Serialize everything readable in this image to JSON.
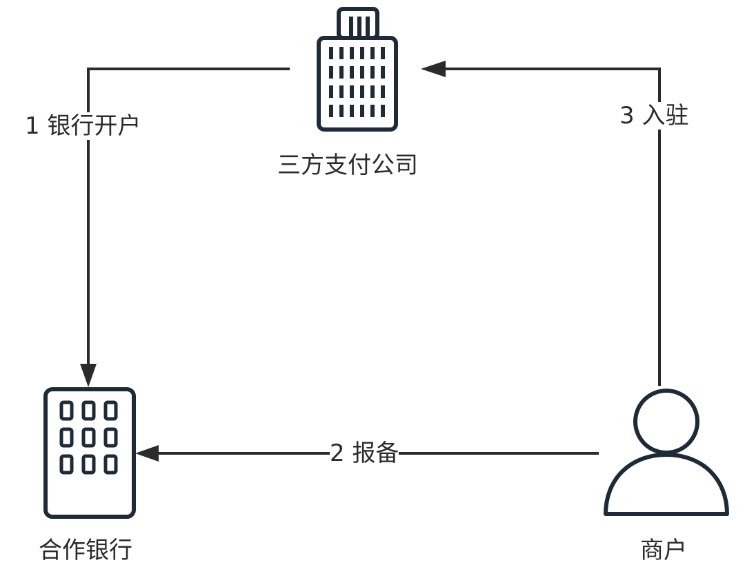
{
  "diagram": {
    "nodes": {
      "payment_company": {
        "label": "三方支付公司",
        "icon": "office-tower-icon"
      },
      "partner_bank": {
        "label": "合作银行",
        "icon": "building-icon"
      },
      "merchant": {
        "label": "商户",
        "icon": "user-icon"
      }
    },
    "edges": {
      "open_account": {
        "label": "1 银行开户",
        "from": "payment_company",
        "to": "partner_bank"
      },
      "report": {
        "label": "2 报备",
        "from": "merchant",
        "to": "partner_bank"
      },
      "onboard": {
        "label": "3 入驻",
        "from": "merchant",
        "to": "payment_company"
      }
    },
    "colors": {
      "line": "#2b2b2b",
      "icon_stroke": "#1f2a36",
      "text": "#2b2b2b",
      "background": "#ffffff"
    }
  }
}
